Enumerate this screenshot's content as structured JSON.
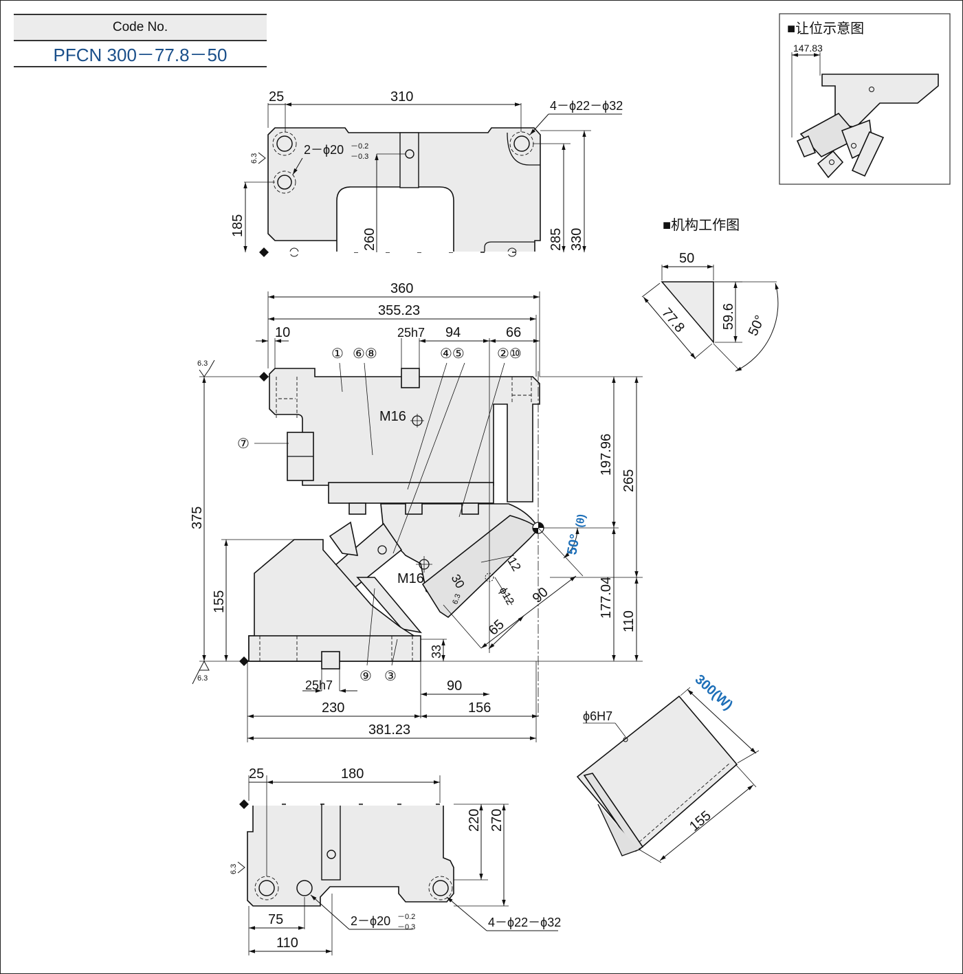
{
  "code_header": "Code No.",
  "code_value": "PFCN 300－77.8－50",
  "inset_title": "■让位示意图",
  "inset_dim": "147.83",
  "mech_title": "■机构工作图",
  "top_view": {
    "d25": "25",
    "d310": "310",
    "hole4": "4－ϕ22－ϕ32",
    "hole2": "2－ϕ20",
    "tol_up": "－0.2",
    "tol_dn": "－0.3",
    "d185": "185",
    "d260": "260",
    "d285": "285",
    "d330": "330",
    "rough": "6.3"
  },
  "front_view": {
    "d360": "360",
    "d355": "355.23",
    "d10": "10",
    "d25h7": "25h7",
    "d94": "94",
    "d66": "66",
    "b1": "①",
    "b68": "⑥⑧",
    "b45": "④⑤",
    "b210": "②⑩",
    "b7": "⑦",
    "b9": "⑨",
    "b3": "③",
    "m16a": "M16",
    "m16b": "M16",
    "d375": "375",
    "d155": "155",
    "d19796": "197.96",
    "d265": "265",
    "d17704": "177.04",
    "d110": "110",
    "angle": "50°",
    "theta": "(θ)",
    "d12": "12",
    "d30": "30",
    "d90a": "90",
    "dphi12": "ϕ12",
    "d65": "65",
    "d33": "33",
    "d25h7b": "25h7",
    "d90b": "90",
    "d230": "230",
    "d156": "156",
    "d38123": "381.23",
    "rough": "6.3"
  },
  "bottom_view": {
    "d25": "25",
    "d180": "180",
    "d220": "220",
    "d270": "270",
    "d75": "75",
    "d110": "110",
    "hole2": "2－ϕ20",
    "tol_up": "－0.2",
    "tol_dn": "－0.3",
    "hole4": "4－ϕ22－ϕ32",
    "rough": "6.3"
  },
  "mech": {
    "d50": "50",
    "d778": "77.8",
    "d596": "59.6",
    "angle": "50°"
  },
  "iso": {
    "w": "300(W)",
    "pin": "ϕ6H7",
    "d155": "155"
  }
}
